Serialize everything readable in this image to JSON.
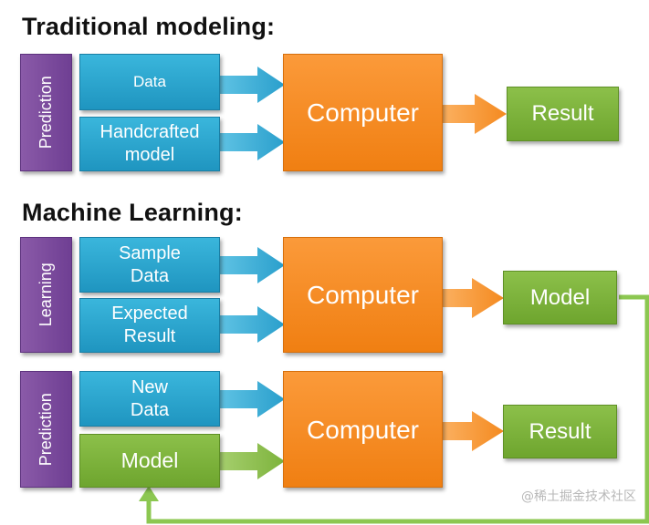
{
  "headings": {
    "traditional": "Traditional modeling:",
    "ml": "Machine Learning:"
  },
  "traditional": {
    "side_label": "Prediction",
    "input_1": "Data",
    "input_2": "Handcrafted\nmodel",
    "computer": "Computer",
    "output": "Result"
  },
  "learning": {
    "side_label": "Learning",
    "input_1": "Sample\nData",
    "input_2": "Expected\nResult",
    "computer": "Computer",
    "output": "Model"
  },
  "prediction": {
    "side_label": "Prediction",
    "input_1": "New\nData",
    "input_2": "Model",
    "computer": "Computer",
    "output": "Result"
  },
  "watermark": "@稀土掘金技术社区",
  "colors": {
    "purple": "#7a4a9e",
    "blue": "#2aa7d2",
    "orange": "#f7891f",
    "green": "#7db33c",
    "feedback_line": "#8cc751"
  }
}
